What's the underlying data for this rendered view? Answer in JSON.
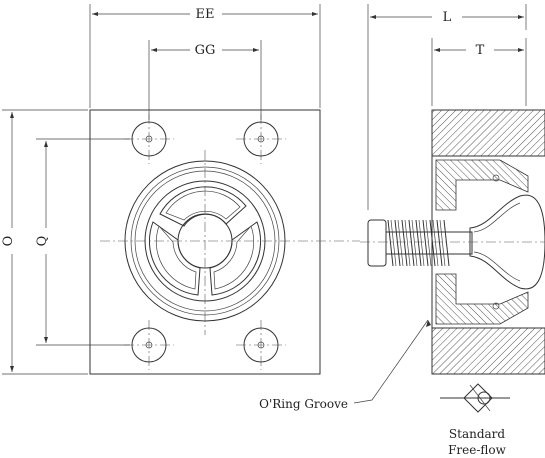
{
  "dimensions": {
    "ee": "EE",
    "gg": "GG",
    "l": "L",
    "t": "T",
    "o": "O",
    "q": "Q"
  },
  "callouts": {
    "oring_groove": "O'Ring Groove",
    "symbol_line1": "Standard",
    "symbol_line2": "Free-flow"
  }
}
